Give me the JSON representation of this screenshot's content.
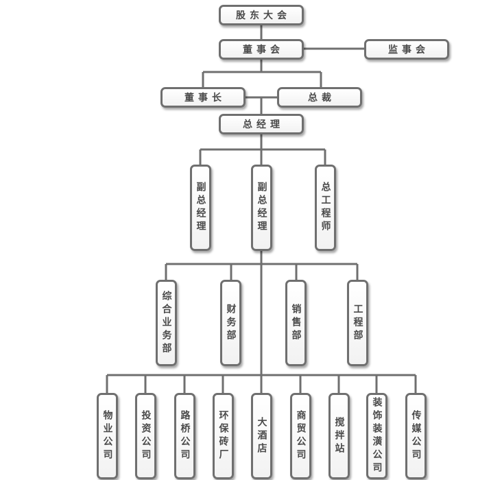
{
  "levels": {
    "top": {
      "shareholders": "股东大会",
      "board": "董事会",
      "supervisors": "监事会",
      "chairman": "董事长",
      "president": "总裁",
      "gm": "总经理"
    },
    "managers": [
      "副总经理",
      "副总经理",
      "总工程师"
    ],
    "departments": [
      "综合业务部",
      "财务部",
      "销售部",
      "工程部"
    ],
    "subsidiaries": [
      "物业公司",
      "投资公司",
      "路桥公司",
      "环保砖厂",
      "大酒店",
      "商贸公司",
      "搅拌站",
      "装饰装潢公司",
      "传媒公司"
    ]
  },
  "colors": {
    "line": "#6f6f6f",
    "border": "#6f6f6f",
    "text": "#4a4a4a"
  }
}
